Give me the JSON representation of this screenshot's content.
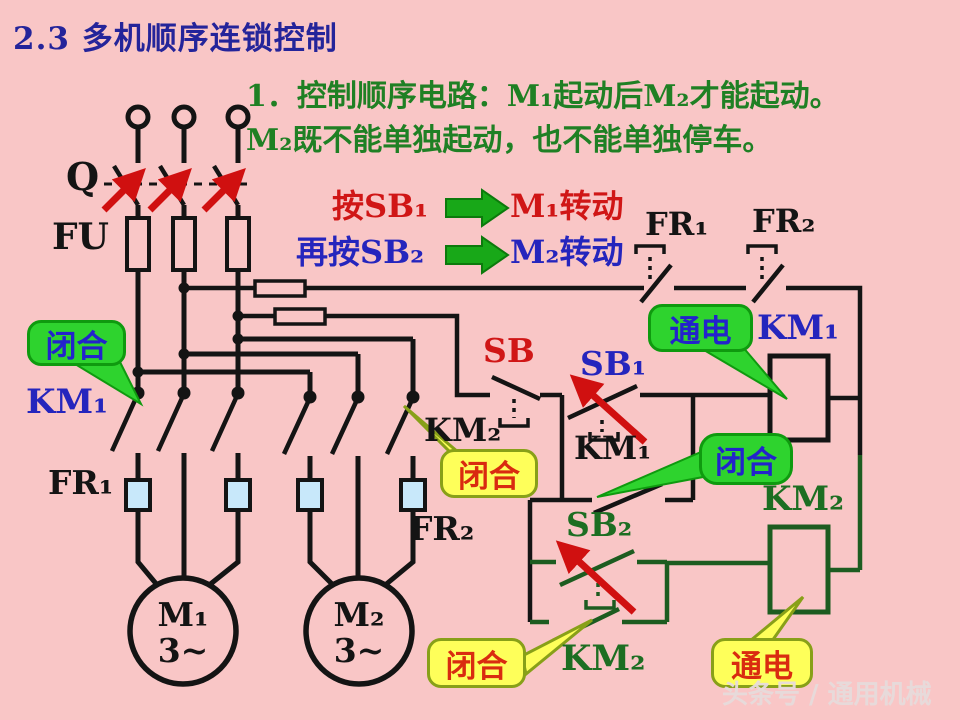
{
  "slide": {
    "title": "2.3 多机顺序连锁控制",
    "description_line1": "1．控制顺序电路：M₁起动后M₂才能起动。",
    "description_line2": "M₂既不能单独起动，也不能单独停车。",
    "watermark": "头条号 / 通用机械"
  },
  "sequence_flow": {
    "step1_action": "按SB₁",
    "step1_result": "M₁转动",
    "step2_action": "再按SB₂",
    "step2_result": "M₂转动"
  },
  "labels": {
    "disconnect_switch": "Q",
    "main_fuse": "FU",
    "thermal_relay1_contact": "FR₁",
    "thermal_relay2_contact": "FR₂",
    "thermal_relay1_heater": "FR₁",
    "thermal_relay2_heater": "FR₂",
    "stop_button": "SB",
    "start_button1": "SB₁",
    "start_button2": "SB₂",
    "contactor1_main": "KM₁",
    "contactor2_main": "KM₂",
    "contactor1_coil": "KM₁",
    "contactor2_coil": "KM₂",
    "contactor1_aux": "KM₁",
    "contactor2_aux": "KM₂",
    "motor1_name": "M₁",
    "motor1_type": "3~",
    "motor2_name": "M₂",
    "motor2_type": "3~"
  },
  "callouts": {
    "km1_main_closed": "闭合",
    "km1_coil_energized": "通电",
    "km1_aux_closed": "闭合",
    "km2_main_closed": "闭合",
    "km2_aux_closed": "闭合",
    "km2_coil_energized": "通电"
  },
  "colors": {
    "background": "#f9c6c6",
    "wire": "#141414",
    "wire_km2_branch": "#1d5c20",
    "title_blue": "#24249a",
    "description_green": "#1f8024",
    "action_red": "#d01616",
    "action_blue": "#2525bd",
    "arrow_green": "#18a818",
    "press_arrow_red": "#d01010",
    "bubble_green": "#2ed32e",
    "bubble_yellow": "#feff5a",
    "heater_fill": "#c8e8fa"
  }
}
